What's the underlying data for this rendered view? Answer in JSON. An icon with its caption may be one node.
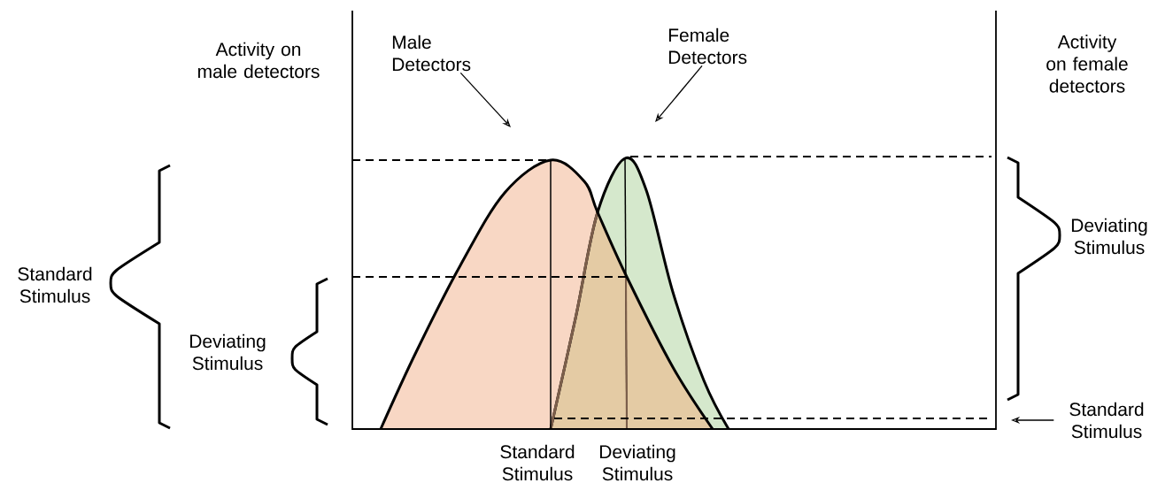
{
  "diagram": {
    "nodes": [
      {
        "text": [
          "Male Detectors"
        ]
      },
      {
        "text": [
          "Female Detectors"
        ]
      },
      {
        "text": [
          "Standard Stimulus"
        ]
      }
    ],
    "edges": [
      {
        "from": 0,
        "to": null,
        "arrow": "to"
      },
      {
        "from": 1,
        "to": null,
        "arrow": "to"
      },
      {
        "from": 2,
        "to": null,
        "arrow": "to"
      }
    ],
    "labels": [
      "Activity on male detectors",
      "Activity on female detectors",
      "Standard Stimulus",
      "Deviating Stimulus",
      "Deviating Stimulus",
      "Standard Stimulus",
      "Deviating Stimulus"
    ]
  }
}
